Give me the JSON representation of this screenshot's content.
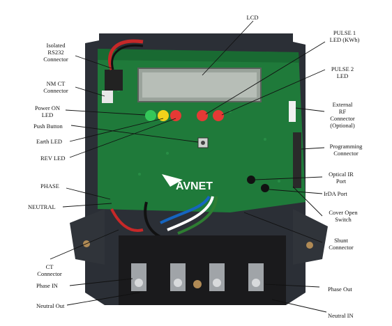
{
  "board": {
    "brand": "AVNET",
    "colors": {
      "pcb": "#1f7a3a",
      "pcb_dark": "#14592a",
      "enclosure": "#2b2f36",
      "terminal_block": "#1a1a1c",
      "led_green": "#34c759",
      "led_yellow": "#f2d21b",
      "led_red": "#e53935"
    }
  },
  "labels": {
    "lcd": "LCD",
    "pulse1": "PULSE 1\nLED (KWh)",
    "pulse2": "PULSE 2\nLED",
    "external_rf": "External\nRF\nConnector\n(Optional)",
    "programming": "Programming\nConnector",
    "optical_ir": "Optical IR\nPort",
    "irda": "IrDA Port",
    "cover_open": "Cover Open\nSwitch",
    "shunt": "Shunt\nConnector",
    "phase_out": "Phase Out",
    "neutral_in": "Neutral IN",
    "isolated_rs232": "Isolated\nRS232\nConnector",
    "nm_ct": "NM CT\nConnector",
    "power_on": "Power ON\nLED",
    "push_button": "Push Button",
    "earth_led": "Earth LED",
    "rev_led": "REV LED",
    "phase": "PHASE",
    "neutral": "NEUTRAL",
    "ct_connector": "CT\nConnector",
    "phase_in": "Phase IN",
    "neutral_out": "Neutral Out"
  }
}
